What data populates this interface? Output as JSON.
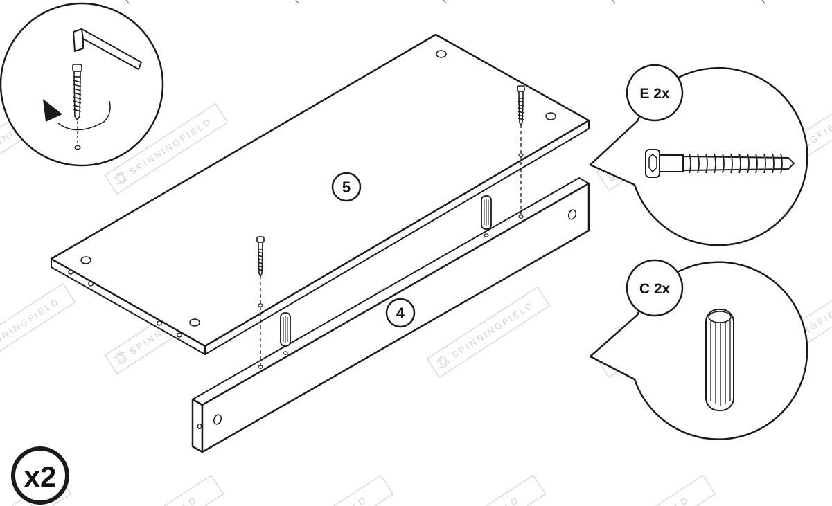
{
  "watermark": {
    "brand": "SPINNINGFIELD",
    "partial": "ELD"
  },
  "parts": {
    "panel_top": {
      "number": "5"
    },
    "rail": {
      "number": "4"
    }
  },
  "fasteners": {
    "screw": {
      "code": "E 2x"
    },
    "dowel": {
      "code": "C 2x"
    }
  },
  "quantity": {
    "label": "x2"
  },
  "colors": {
    "line": "#1a1a1a",
    "watermark": "#cfcfcf",
    "background": "#ffffff"
  },
  "icons": [
    "allen-key-icon",
    "screw-icon",
    "dowel-icon",
    "rotation-arrow-icon",
    "bee-logo-icon"
  ]
}
